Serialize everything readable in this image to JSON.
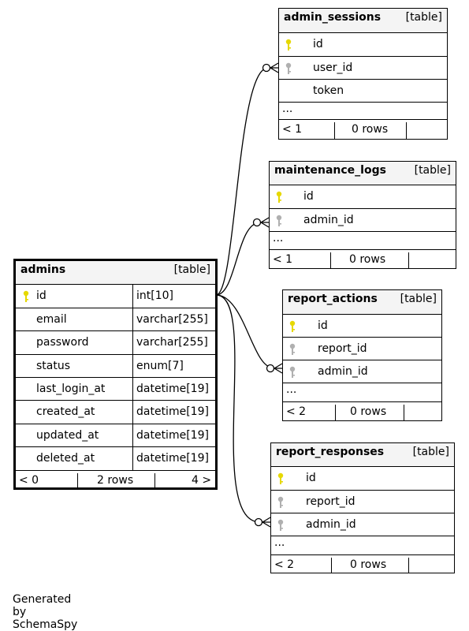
{
  "main_table": {
    "name": "admins",
    "type_label": "[table]",
    "columns": [
      {
        "name": "id",
        "type": "int[10]",
        "key": "primary"
      },
      {
        "name": "email",
        "type": "varchar[255]",
        "key": "none"
      },
      {
        "name": "password",
        "type": "varchar[255]",
        "key": "none"
      },
      {
        "name": "status",
        "type": "enum[7]",
        "key": "none"
      },
      {
        "name": "last_login_at",
        "type": "datetime[19]",
        "key": "none"
      },
      {
        "name": "created_at",
        "type": "datetime[19]",
        "key": "none"
      },
      {
        "name": "updated_at",
        "type": "datetime[19]",
        "key": "none"
      },
      {
        "name": "deleted_at",
        "type": "datetime[19]",
        "key": "none"
      }
    ],
    "footer": {
      "parents": "< 0",
      "rows": "2 rows",
      "children": "4 >"
    }
  },
  "related_tables": [
    {
      "name": "admin_sessions",
      "type_label": "[table]",
      "columns": [
        {
          "name": "id",
          "key": "primary"
        },
        {
          "name": "user_id",
          "key": "foreign"
        },
        {
          "name": "token",
          "key": "none"
        }
      ],
      "ellipsis": "...",
      "footer": {
        "parents": "< 1",
        "rows": "0 rows",
        "children": ""
      }
    },
    {
      "name": "maintenance_logs",
      "type_label": "[table]",
      "columns": [
        {
          "name": "id",
          "key": "primary"
        },
        {
          "name": "admin_id",
          "key": "foreign"
        }
      ],
      "ellipsis": "...",
      "footer": {
        "parents": "< 1",
        "rows": "0 rows",
        "children": ""
      }
    },
    {
      "name": "report_actions",
      "type_label": "[table]",
      "columns": [
        {
          "name": "id",
          "key": "primary"
        },
        {
          "name": "report_id",
          "key": "foreign"
        },
        {
          "name": "admin_id",
          "key": "foreign"
        }
      ],
      "ellipsis": "...",
      "footer": {
        "parents": "< 2",
        "rows": "0 rows",
        "children": ""
      }
    },
    {
      "name": "report_responses",
      "type_label": "[table]",
      "columns": [
        {
          "name": "id",
          "key": "primary"
        },
        {
          "name": "report_id",
          "key": "foreign"
        },
        {
          "name": "admin_id",
          "key": "foreign"
        }
      ],
      "ellipsis": "...",
      "footer": {
        "parents": "< 2",
        "rows": "0 rows",
        "children": ""
      }
    }
  ],
  "colors": {
    "primary_key": "#e6d800",
    "foreign_key": "#b0b0b0",
    "header_bg": "#f4f4f4",
    "line": "#000000"
  },
  "footer_note": "Generated by SchemaSpy"
}
